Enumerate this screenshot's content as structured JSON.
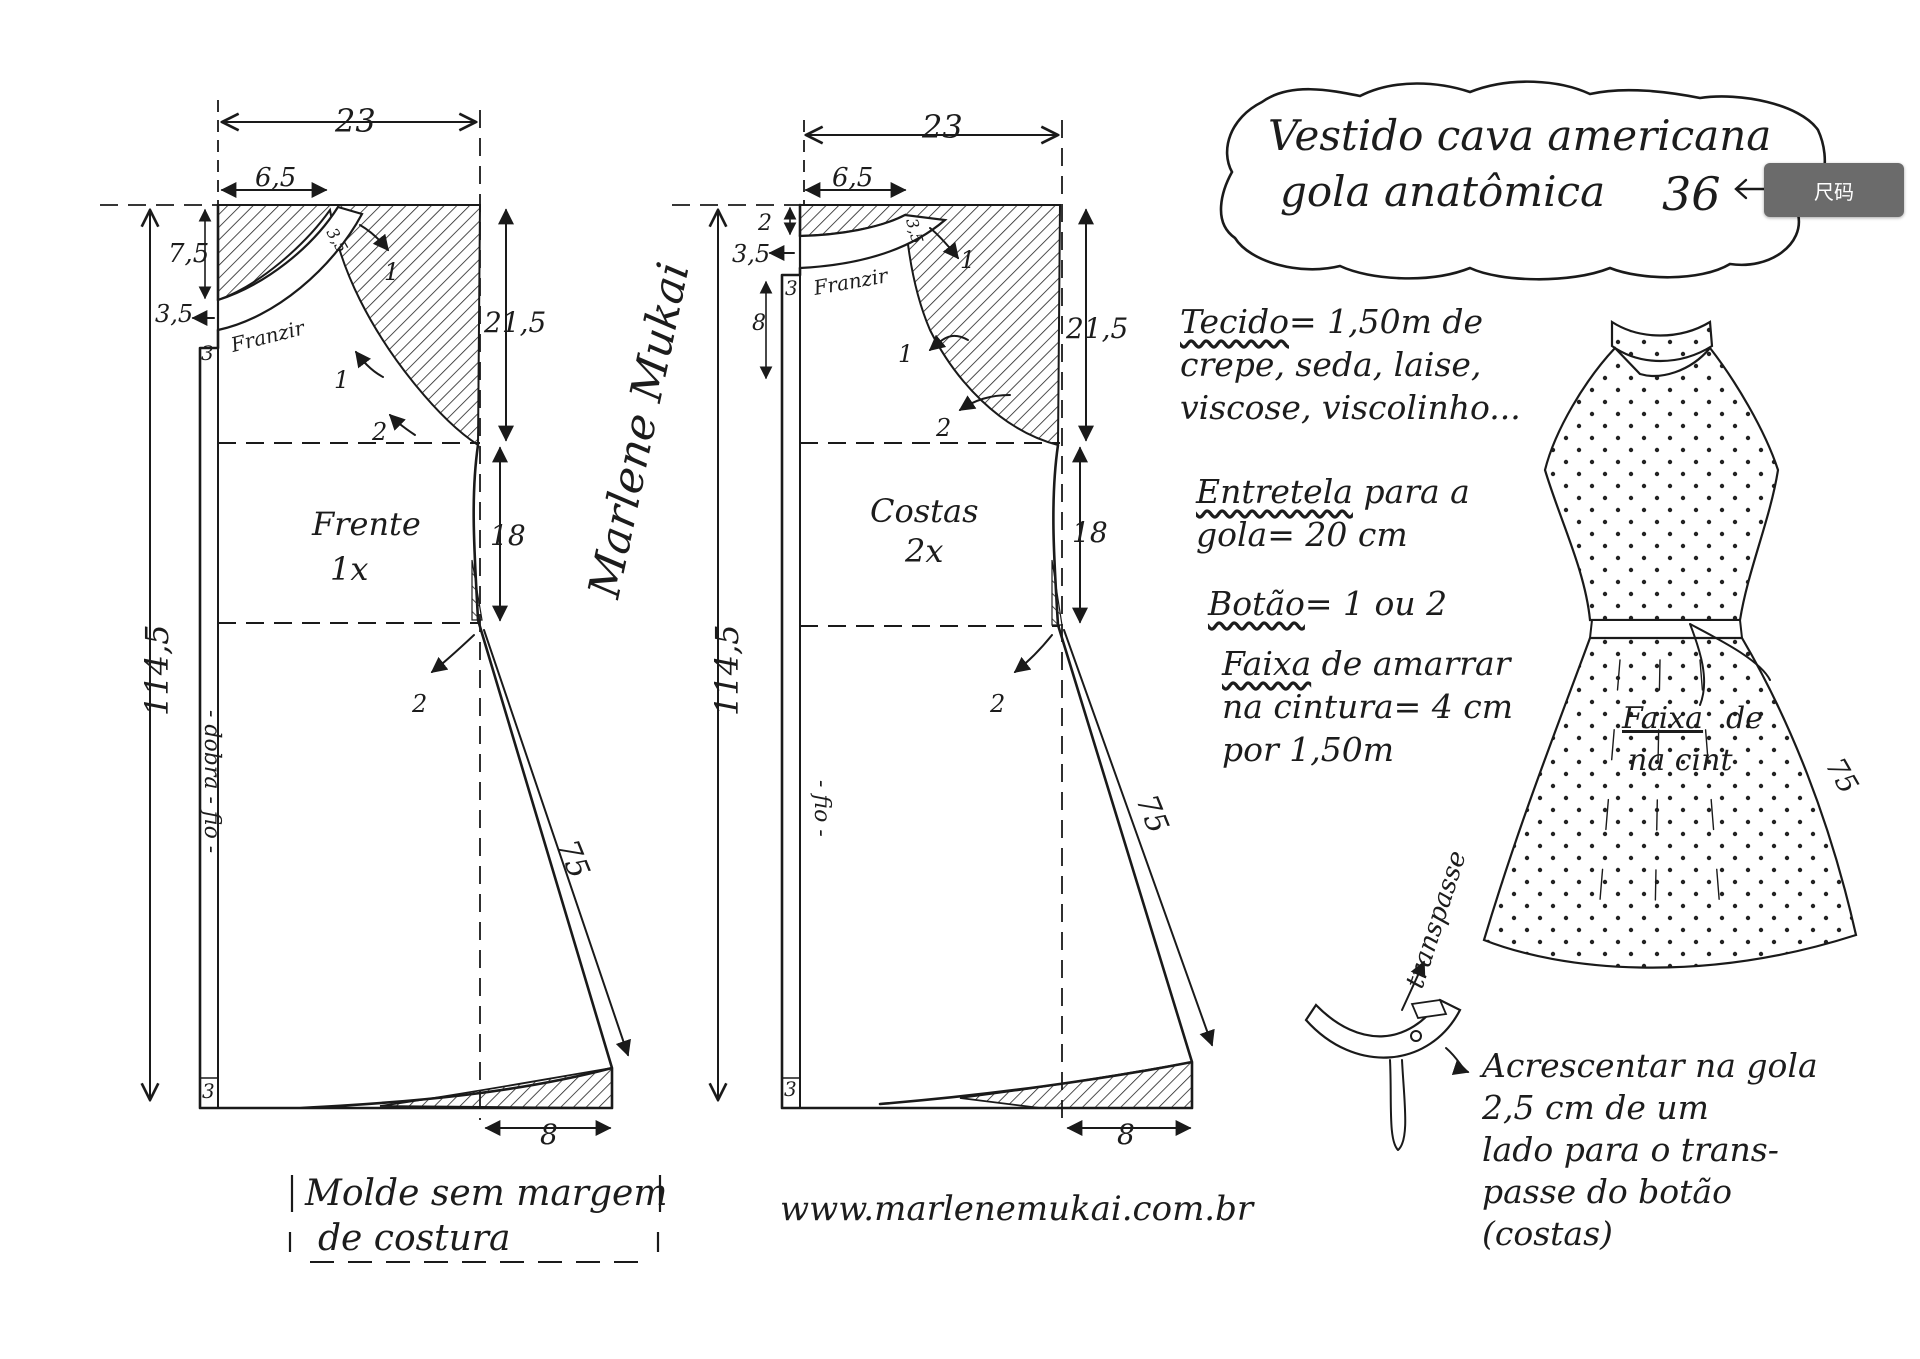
{
  "title": {
    "line1": "Vestido cava americana",
    "line2": "gola anatômica",
    "size": "36"
  },
  "size_chart_button": "尺码",
  "front": {
    "label_name": "Frente",
    "label_count": "1x",
    "width_top": "23",
    "neck_width": "6,5",
    "neck_drop": "7,5",
    "collar_width": "3,5",
    "collar_side": "3,5",
    "corner_mark": "3",
    "gather": "Franzir",
    "armhole_depth": "21,5",
    "waist_depth": "18",
    "total_length": "114,5",
    "side_length": "75",
    "hem_extension": "8",
    "grain_label": "- dobra - fio -",
    "arrow_1": "1",
    "arrow_2": "2",
    "bottom_corner": "3"
  },
  "back": {
    "label_name": "Costas",
    "label_count": "2x",
    "width_top": "23",
    "neck_width": "6,5",
    "neck_drop": "2",
    "collar_width": "3,5",
    "collar_side": "3,5",
    "corner_mark": "3",
    "gather": "Franzir",
    "ext_mark": "8",
    "armhole_depth": "21,5",
    "waist_depth": "18",
    "total_length": "114,5",
    "side_length": "75",
    "hem_extension": "8",
    "grain_label": "- fio -",
    "arrow_1": "1",
    "arrow_2": "2",
    "bottom_corner": "3"
  },
  "signature": "Marlene Mukai",
  "notes": {
    "fabric_key": "Tecido",
    "fabric_text": "= 1,50m de",
    "fabric_line2": "crepe, seda, laise,",
    "fabric_line3": "viscose, viscolinho...",
    "interfacing_key": "Entretela",
    "interfacing_text": "para a",
    "interfacing_line2": "gola= 20 cm",
    "button_key": "Botão",
    "button_text": "= 1 ou 2",
    "belt_key": "Faixa",
    "belt_text": "de amarrar",
    "belt_line2": "na cintura= 4 cm",
    "belt_line3": "por 1,50m"
  },
  "sketch": {
    "belt_label_key": "Faixa",
    "belt_label_rest": "de",
    "belt_label_line2": "na cint",
    "side_length": "75"
  },
  "collar_note": {
    "overlap_label": "transpasse",
    "line1": "Acrescentar na gola",
    "line2": "2,5 cm de um",
    "line3": "lado para o trans-",
    "line4": "passe do botão",
    "line5": "(costas)"
  },
  "footer": {
    "warning_line1": "Molde sem margem",
    "warning_line2": "de costura",
    "website": "www.marlenemukai.com.br"
  }
}
